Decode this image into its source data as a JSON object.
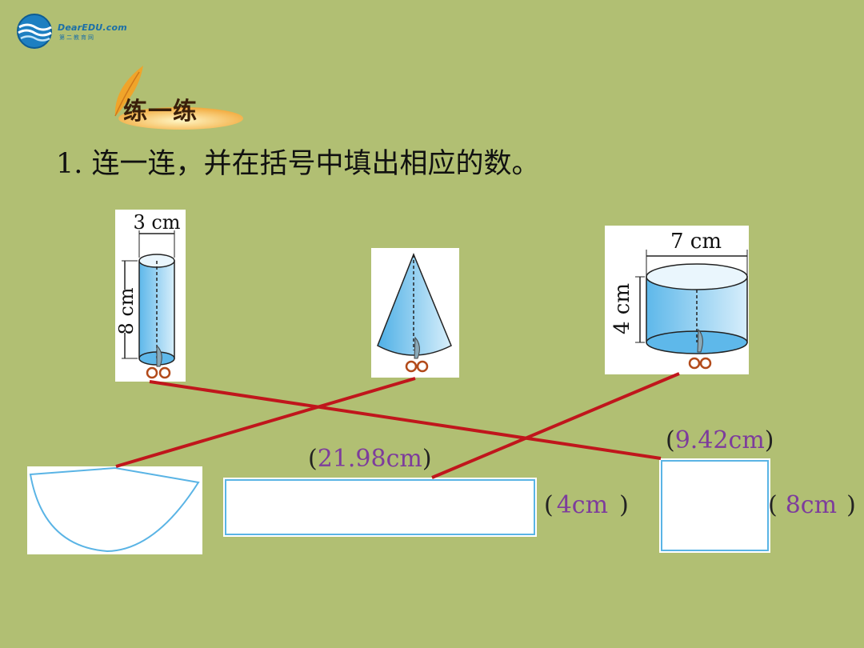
{
  "logo": {
    "brand": "DearEDU.com",
    "subtitle": "第二教育网"
  },
  "badge": {
    "label": "练一练"
  },
  "question": {
    "text": "1. 连一连，并在括号中填出相应的数。"
  },
  "figures": {
    "cylinder_small": {
      "top_label": "3 cm",
      "height_label": "8 cm"
    },
    "cylinder_large": {
      "top_label": "7 cm",
      "height_label": "4 cm"
    }
  },
  "answers": {
    "rect_width": "21.98cm",
    "rect_height": "4cm",
    "square_width": "9.42cm",
    "square_height": "8cm"
  },
  "colors": {
    "background": "#b1bf73",
    "connector": "#c0161c",
    "answer_text": "#7d3c9c",
    "shape_outline": "#5ab4e5"
  }
}
